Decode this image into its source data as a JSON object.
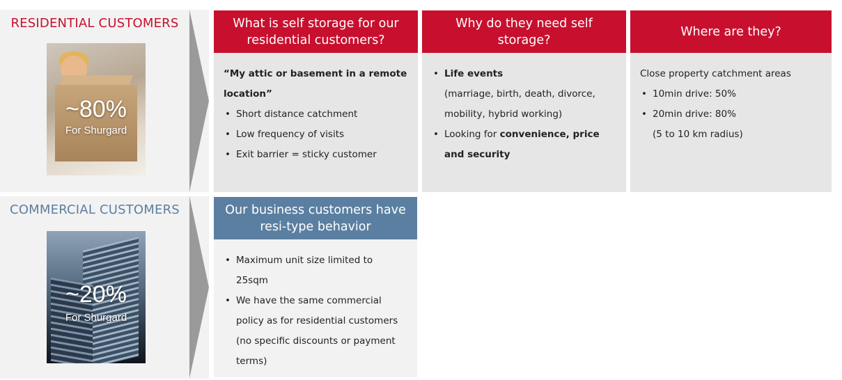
{
  "residential": {
    "title": "RESIDENTIAL CUSTOMERS",
    "share": "~80%",
    "share_label": "For Shurgard"
  },
  "commercial": {
    "title": "COMMERCIAL CUSTOMERS",
    "share": "~20%",
    "share_label": "For Shurgard"
  },
  "col1": {
    "header": "What is self storage for our residential customers?",
    "quote": "“My attic or basement in a remote location”",
    "bullets": [
      "Short distance catchment",
      "Low frequency of visits",
      "Exit barrier = sticky customer"
    ]
  },
  "col2": {
    "header": "Why do they need self storage?",
    "b1_title": "Life events",
    "b1_detail": "(marriage, birth, death, divorce, mobility, hybrid working)",
    "b2_prefix": "Looking for ",
    "b2_bold": "convenience, price and security"
  },
  "col3": {
    "header": "Where are they?",
    "intro": "Close property catchment areas",
    "bullets": [
      "10min drive: 50%",
      "20min drive: 80%"
    ],
    "note": "(5 to 10 km radius)"
  },
  "col4": {
    "header": "Our business customers have resi-type behavior",
    "bullets": [
      "Maximum unit size limited to 25sqm",
      "We have the same commercial policy as for residential customers (no specific discounts or payment terms)"
    ]
  },
  "colors": {
    "red": "#c8102e",
    "blue": "#5b7fa1",
    "panel_gray": "#e6e6e6",
    "arrow_gray": "#9a9a9a"
  }
}
